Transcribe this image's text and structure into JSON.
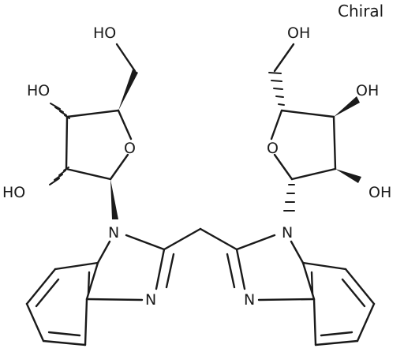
{
  "chiral_label": "Chiral",
  "atoms": {
    "ho_ch2_left": "HO",
    "ho_c3_left": "HO",
    "o_ring_left": "O",
    "ho_c2_left": "HO",
    "n1_left": "N",
    "n3_left": "N",
    "ho_ch2_right": "OH",
    "o_ring_right": "O",
    "oh_c3_right": "OH",
    "oh_c2_right": "OH",
    "n1_right": "N",
    "n3_right": "N"
  }
}
